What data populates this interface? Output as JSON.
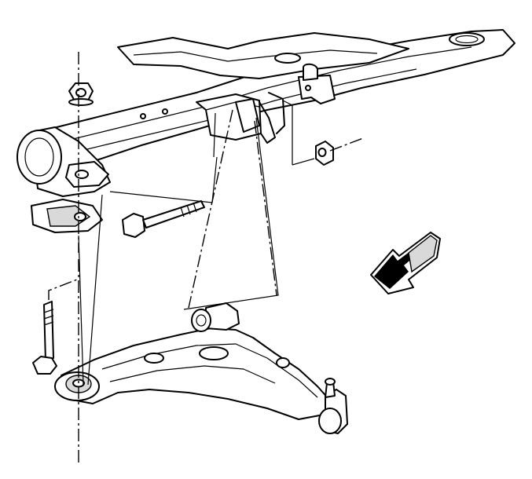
{
  "figure": {
    "kind": "exploded-assembly-line-drawing",
    "palette": {
      "ink": "#000000",
      "paper": "#ffffff",
      "shade": "#d9d9d9"
    },
    "parts": [
      {
        "name": "front-suspension-crossmember"
      },
      {
        "name": "lower-control-arm"
      },
      {
        "name": "ball-joint"
      },
      {
        "name": "front-bushing-bolt"
      },
      {
        "name": "front-bushing-nut"
      },
      {
        "name": "rear-bushing-bolt"
      },
      {
        "name": "rear-bushing-nut"
      },
      {
        "name": "rear-bushing-insulators"
      }
    ],
    "direction_arrow": {
      "meaning": "front-of-vehicle",
      "style": "shaded-3d-arrow"
    }
  }
}
